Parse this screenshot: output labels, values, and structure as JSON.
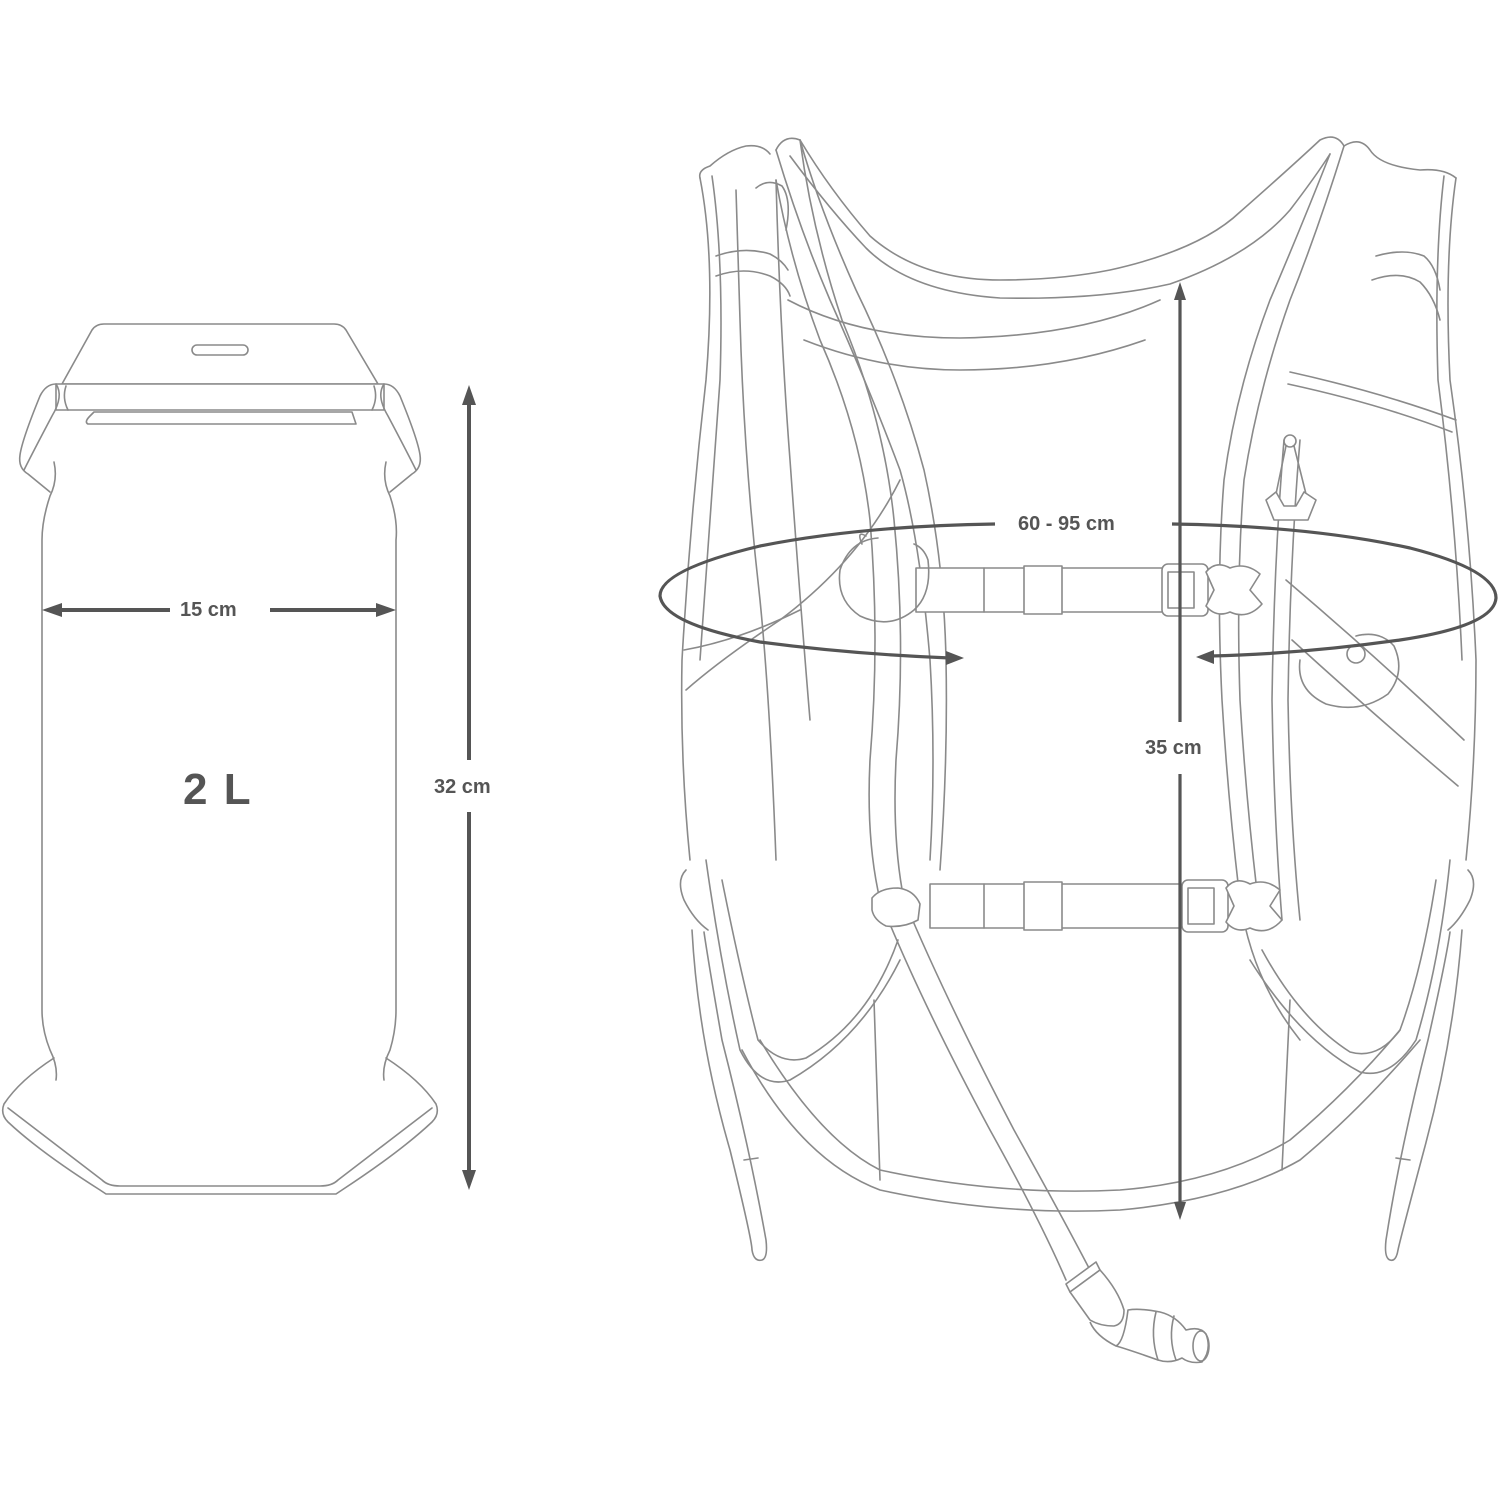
{
  "diagram": {
    "title": "Hydration vest and reservoir dimensions",
    "line_color": "#8a8a8a",
    "dimension_color": "#555555",
    "background": "#ffffff"
  },
  "reservoir": {
    "volume_label": "2 L",
    "width_label": "15 cm",
    "height_label": "32 cm"
  },
  "vest": {
    "chest_circumference_label": "60 - 95 cm",
    "back_length_label": "35 cm"
  },
  "icons": [
    "reservoir-bladder-icon",
    "hydration-vest-icon",
    "sternum-strap-buckle-icon",
    "bite-valve-icon",
    "tube-clip-icon",
    "zipper-pull-icon"
  ]
}
